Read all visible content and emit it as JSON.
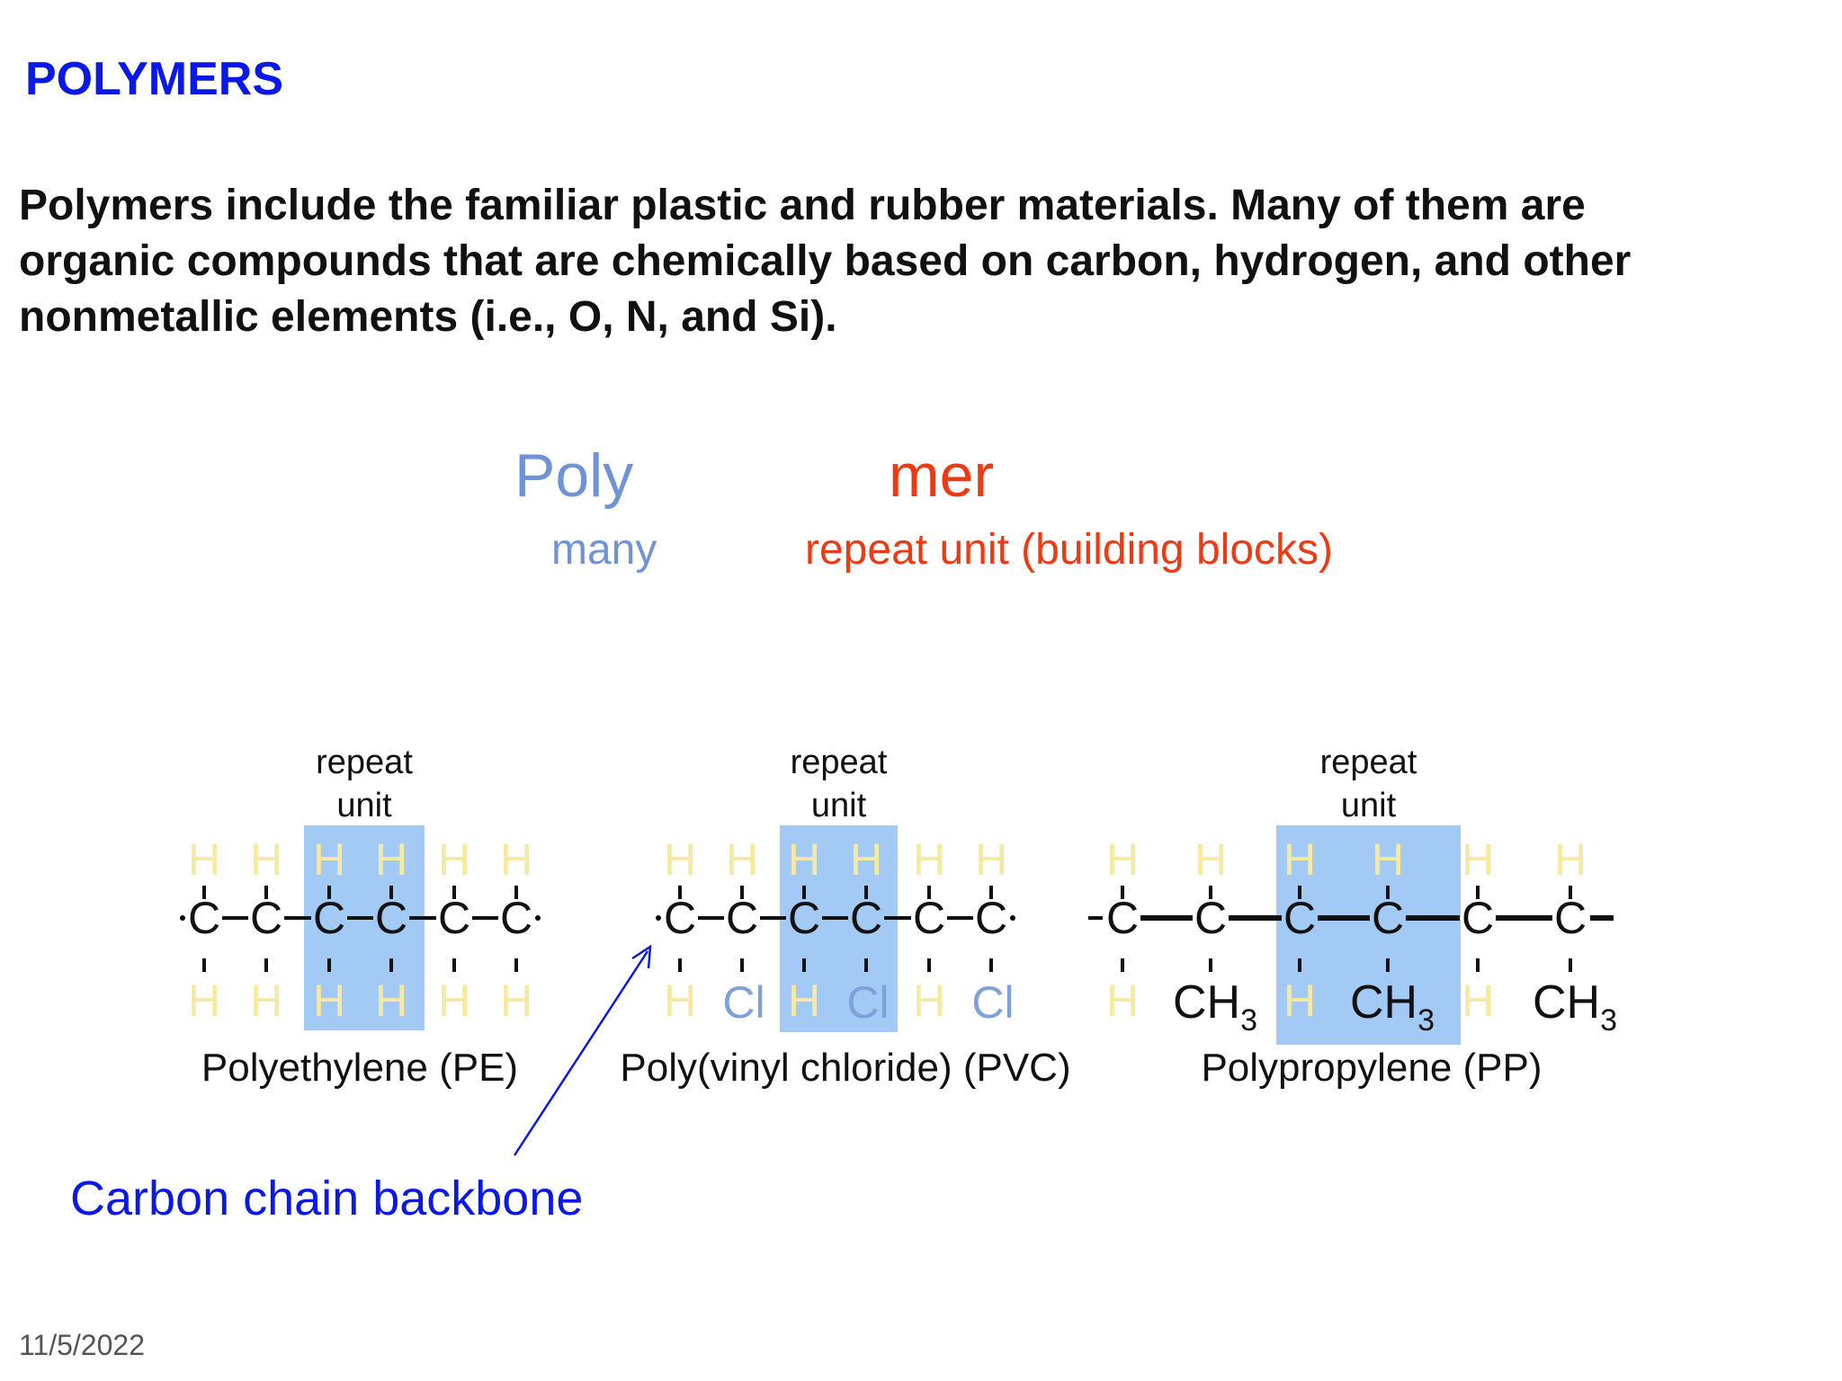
{
  "slide": {
    "title": "POLYMERS",
    "intro_lines": [
      "Polymers include the familiar plastic and rubber materials. Many of them are",
      "organic compounds that are chemically based on carbon, hydrogen, and other",
      "nonmetallic elements (i.e., O, N, and Si)."
    ],
    "poly": "Poly",
    "mer": "mer",
    "many": "many",
    "repeat_unit_desc": "repeat unit (building blocks)",
    "backbone_label": "Carbon chain backbone",
    "date": "11/5/2022"
  },
  "molecules": {
    "pe": {
      "name": "Polyethylene (PE)",
      "repeat_line1": "repeat",
      "repeat_line2": "unit"
    },
    "pvc": {
      "name": "Poly(vinyl chloride) (PVC)",
      "repeat_line1": "repeat",
      "repeat_line2": "unit"
    },
    "pp": {
      "name": "Polypropylene (PP)",
      "repeat_line1": "repeat",
      "repeat_line2": "unit"
    }
  },
  "atoms": {
    "carbon": "C",
    "hydrogen": "H",
    "chlorine": "Cl",
    "methyl": "CH",
    "methyl_sub": "3"
  },
  "colors": {
    "title": "#0b19e6",
    "hydrogen": "#f7eaa0",
    "chlorine": "#7ea2d8",
    "repeat_box": "#a3c9f5",
    "poly": "#6f93d6",
    "mer": "#ee3a14"
  }
}
